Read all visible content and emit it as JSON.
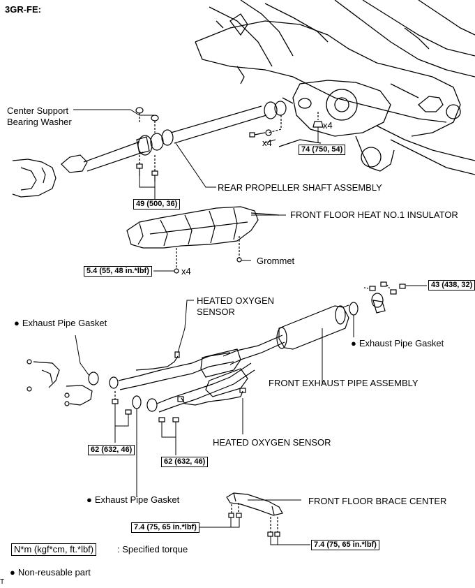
{
  "title": "3GR-FE:",
  "labels": {
    "center_support_washer_line1": "Center Support",
    "center_support_washer_line2": "Bearing Washer",
    "rear_propeller_shaft": "REAR PROPELLER SHAFT ASSEMBLY",
    "heat_insulator": "FRONT FLOOR HEAT NO.1 INSULATOR",
    "grommet": "Grommet",
    "heated_o2_top_line1": "HEATED OXYGEN",
    "heated_o2_top_line2": "SENSOR",
    "heated_o2_bottom": "HEATED OXYGEN SENSOR",
    "front_exhaust_pipe": "FRONT EXHAUST PIPE ASSEMBLY",
    "gasket_left": "Exhaust Pipe Gasket",
    "gasket_right": "Exhaust Pipe Gasket",
    "gasket_bottom": "Exhaust Pipe Gasket",
    "brace_center": "FRONT FLOOR BRACE CENTER",
    "qty_x4_a": "x4",
    "qty_x4_b": "x4",
    "qty_x4_c": "x4"
  },
  "torques": {
    "t74": "74 (750, 54)",
    "t49": "49 (500, 36)",
    "t54": "5.4 (55, 48 in.*lbf)",
    "t43": "43 (438, 32)",
    "t62a": "62 (632, 46)",
    "t62b": "62 (632, 46)",
    "t74b1": "7.4 (75, 65 in.*lbf)",
    "t74b2": "7.4 (75, 65 in.*lbf)"
  },
  "legend": {
    "torque_box": "N*m (kgf*cm, ft.*lbf)",
    "torque_text": ": Specified torque",
    "nonreusable": "Non-reusable part",
    "corner_mark": "T"
  }
}
